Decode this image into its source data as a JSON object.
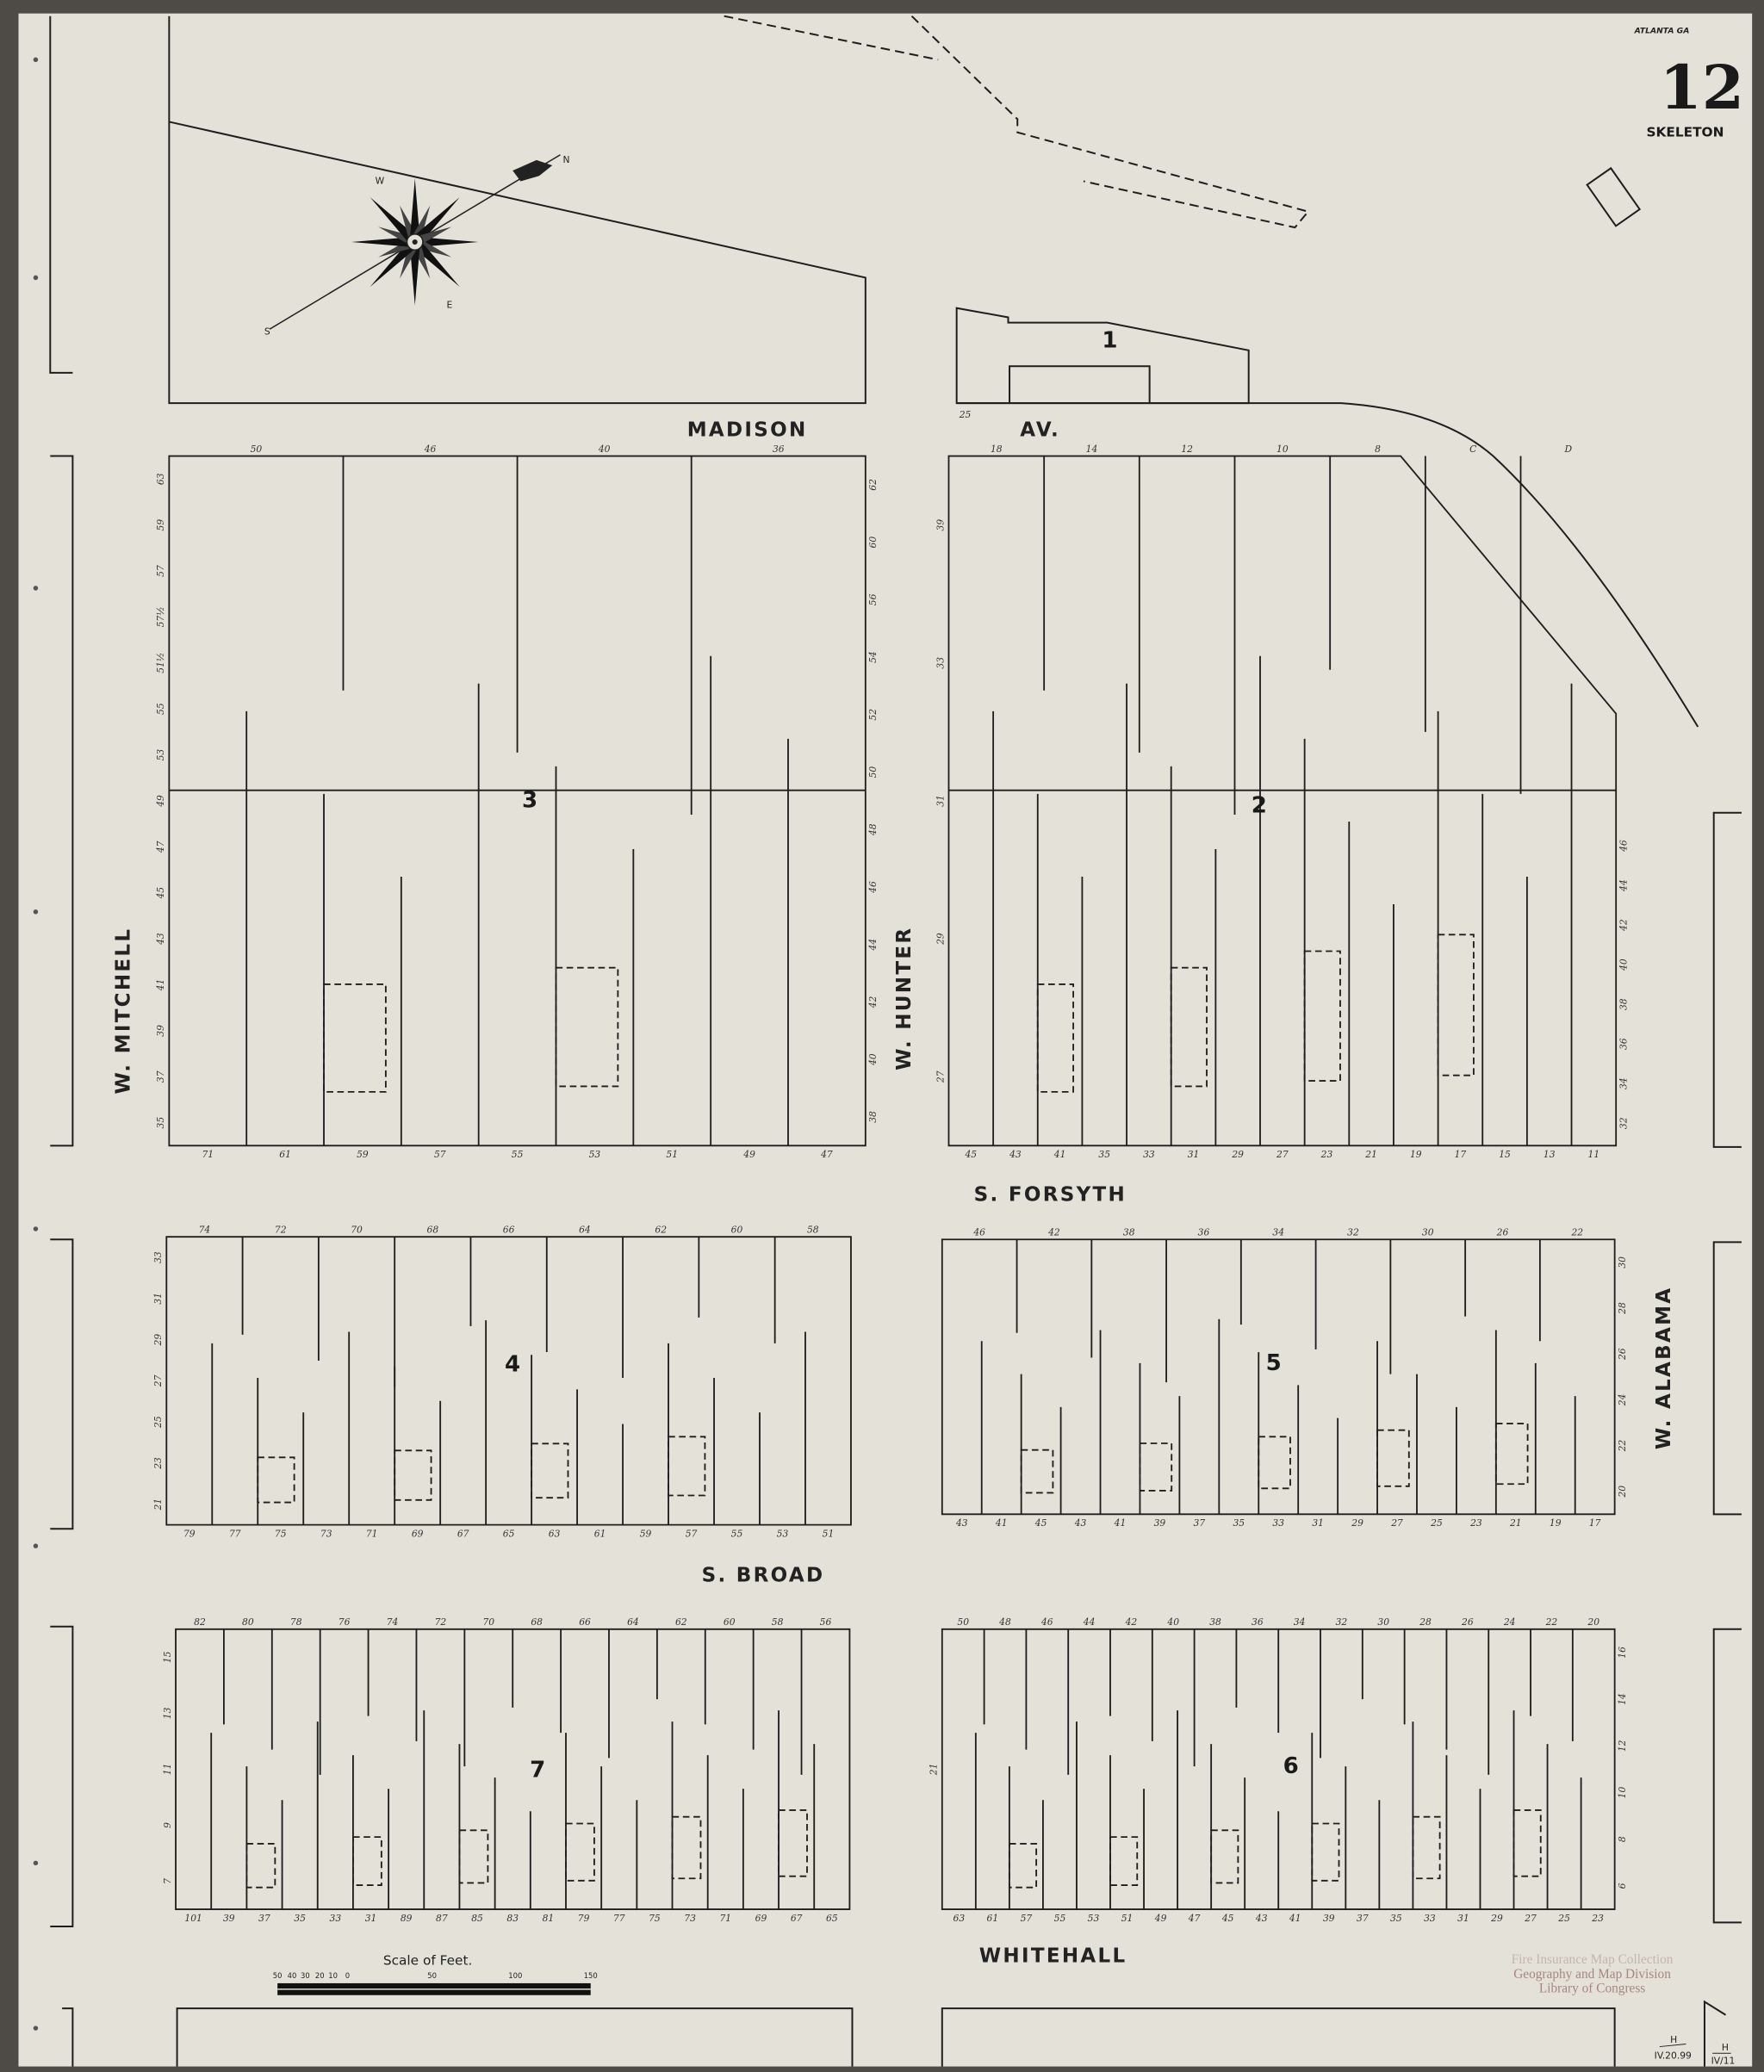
{
  "header": {
    "city": "ATLANTA GA",
    "sheet_number": "12",
    "sheet_type": "SKELETON"
  },
  "streets": {
    "madison": "MADISON",
    "av": "AV.",
    "w_mitchell": "W. MITCHELL",
    "w_hunter": "W. HUNTER",
    "s_forsyth": "S. FORSYTH",
    "w_alabama": "W. ALABAMA",
    "s_broad": "S. BROAD",
    "whitehall": "WHITEHALL"
  },
  "blocks": [
    {
      "number": "1",
      "house_numbers": {
        "bottom": [
          "25"
        ]
      }
    },
    {
      "number": "2",
      "house_numbers": {
        "top": [
          "18",
          "14",
          "12",
          "10",
          "8",
          "C",
          "D"
        ],
        "bottom": [
          "45",
          "43",
          "41",
          "35",
          "33",
          "31",
          "29",
          "27",
          "23",
          "21",
          "19",
          "17",
          "15",
          "13",
          "11"
        ],
        "right": [
          "46",
          "44",
          "42",
          "40",
          "38",
          "36",
          "34",
          "32"
        ],
        "left": [
          "39",
          "33",
          "31",
          "29",
          "27"
        ]
      }
    },
    {
      "number": "3",
      "house_numbers": {
        "top": [
          "50",
          "46",
          "40",
          "36"
        ],
        "bottom": [
          "71",
          "61",
          "59",
          "57",
          "55",
          "53",
          "51",
          "49",
          "47"
        ],
        "right": [
          "62",
          "60",
          "56",
          "54",
          "52",
          "50",
          "48",
          "46",
          "44",
          "42",
          "40",
          "38"
        ],
        "left": [
          "63",
          "59",
          "57",
          "57½",
          "51½",
          "55",
          "53",
          "49",
          "47",
          "45",
          "43",
          "41",
          "39",
          "37",
          "35"
        ]
      }
    },
    {
      "number": "4",
      "house_numbers": {
        "top": [
          "74",
          "72",
          "70",
          "68",
          "66",
          "64",
          "62",
          "60",
          "58"
        ],
        "bottom": [
          "79",
          "77",
          "75",
          "73",
          "71",
          "69",
          "67",
          "65",
          "63",
          "61",
          "59",
          "57",
          "55",
          "53",
          "51"
        ],
        "left": [
          "33",
          "31",
          "29",
          "27",
          "25",
          "23",
          "21"
        ]
      }
    },
    {
      "number": "5",
      "house_numbers": {
        "top": [
          "46",
          "42",
          "38",
          "36",
          "34",
          "32",
          "30",
          "26",
          "22"
        ],
        "bottom": [
          "43",
          "41",
          "45",
          "43",
          "41",
          "39",
          "37",
          "35",
          "33",
          "31",
          "29",
          "27",
          "25",
          "23",
          "21",
          "19",
          "17"
        ],
        "right": [
          "30",
          "28",
          "26",
          "24",
          "22",
          "20"
        ]
      }
    },
    {
      "number": "6",
      "house_numbers": {
        "top": [
          "50",
          "48",
          "46",
          "44",
          "42",
          "40",
          "38",
          "36",
          "34",
          "32",
          "30",
          "28",
          "26",
          "24",
          "22",
          "20"
        ],
        "bottom": [
          "63",
          "61",
          "57",
          "55",
          "53",
          "51",
          "49",
          "47",
          "45",
          "43",
          "41",
          "39",
          "37",
          "35",
          "33",
          "31",
          "29",
          "27",
          "25",
          "23"
        ],
        "left": [
          "21"
        ],
        "right": [
          "16",
          "14",
          "12",
          "10",
          "8",
          "6"
        ]
      }
    },
    {
      "number": "7",
      "house_numbers": {
        "top": [
          "82",
          "80",
          "78",
          "76",
          "74",
          "72",
          "70",
          "68",
          "66",
          "64",
          "62",
          "60",
          "58",
          "56"
        ],
        "bottom": [
          "101",
          "39",
          "37",
          "35",
          "33",
          "31",
          "89",
          "87",
          "85",
          "83",
          "81",
          "79",
          "77",
          "75",
          "73",
          "71",
          "69",
          "67",
          "65"
        ],
        "left": [
          "15",
          "13",
          "11",
          "9",
          "7"
        ]
      }
    }
  ],
  "compass": {
    "labels": [
      "N",
      "S",
      "E",
      "W"
    ]
  },
  "scale": {
    "title": "Scale of Feet.",
    "ticks": [
      "50",
      "40",
      "30",
      "20",
      "10",
      "0",
      "50",
      "100",
      "150"
    ]
  },
  "stamp": {
    "lines": [
      "Fire Insurance Map Collection",
      "Geography and Map Division",
      "Library of Congress"
    ]
  },
  "annotations": {
    "revision_1": {
      "top": "H",
      "bottom": "IV.20.99"
    },
    "revision_2": {
      "top": "H",
      "bottom": "IV/11"
    }
  },
  "colors": {
    "paper": "#e4e2d8",
    "ink": "#1e1e1e",
    "mount": "#4e4b47",
    "stamp": "#9a6d6d"
  }
}
